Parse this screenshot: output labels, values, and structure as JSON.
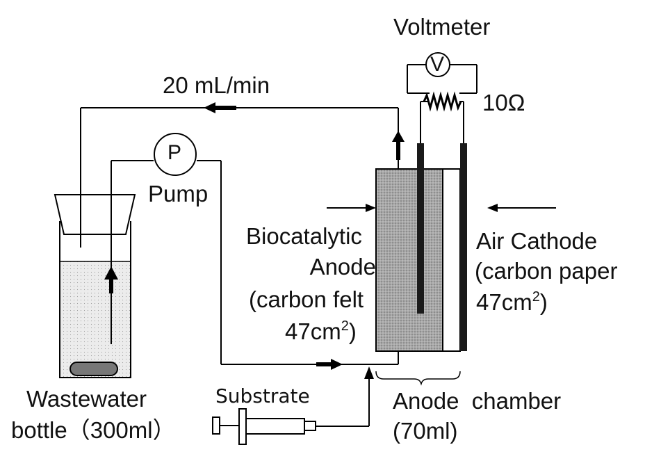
{
  "labels": {
    "voltmeter": "Voltmeter",
    "meter_symbol": "V",
    "resistor_value": "10Ω",
    "flow_rate": "20 mL/min",
    "pump_symbol": "P",
    "pump": "Pump",
    "anode_line1": "Biocatalytic",
    "anode_line2": "Anode",
    "anode_line3": "(carbon felt",
    "anode_line4_main": "47cm",
    "anode_line4_sup": "2",
    "anode_line4_end": ")",
    "cathode_line1": "Air Cathode",
    "cathode_line2": "(carbon paper",
    "cathode_line3_main": "47cm",
    "cathode_line3_sup": "2",
    "cathode_line3_end": ")",
    "bottle_line1": "Wastewater",
    "bottle_line2": "bottle（300ml）",
    "substrate": "Substrate",
    "chamber_line1": "Anode  chamber",
    "chamber_line2": "(70ml)"
  },
  "colors": {
    "line": "#000000",
    "felt": "#a6a6a6",
    "electrode": "#1a1a1a",
    "liquid": "#e4e4e4",
    "stir_bar": "#777777"
  }
}
